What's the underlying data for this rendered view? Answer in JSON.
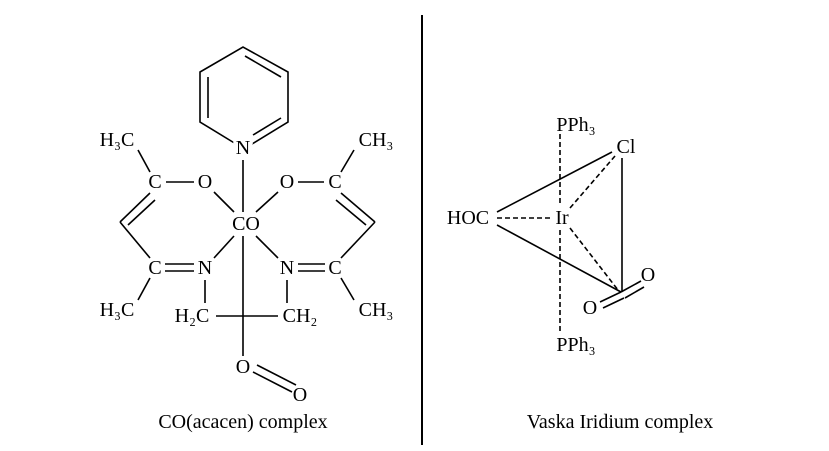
{
  "left_structure": {
    "caption": "CO(acacen) complex",
    "labels": {
      "pyridine_n": "N",
      "center_metal": "CO",
      "o_left": "O",
      "o_right": "O",
      "c_top_left": "C",
      "c_top_right": "C",
      "methyl_top_left": "H₃C",
      "methyl_top_right": "CH₃",
      "c_imine_left": "C",
      "c_imine_right": "C",
      "n_left": "N",
      "n_right": "N",
      "methyl_bottom_left": "H₃C",
      "methyl_bottom_right": "CH₃",
      "ch2_left": "H₂C",
      "ch2_right": "CH₂",
      "o_axial": "O",
      "o_terminal": "O"
    }
  },
  "right_structure": {
    "caption": "Vaska Iridium complex",
    "labels": {
      "pph3_top": "PPh₃",
      "chloride": "Cl",
      "hoc": "HOC",
      "iridium": "Ir",
      "o_upper": "O",
      "o_lower": "O",
      "pph3_bottom": "PPh₃"
    }
  }
}
